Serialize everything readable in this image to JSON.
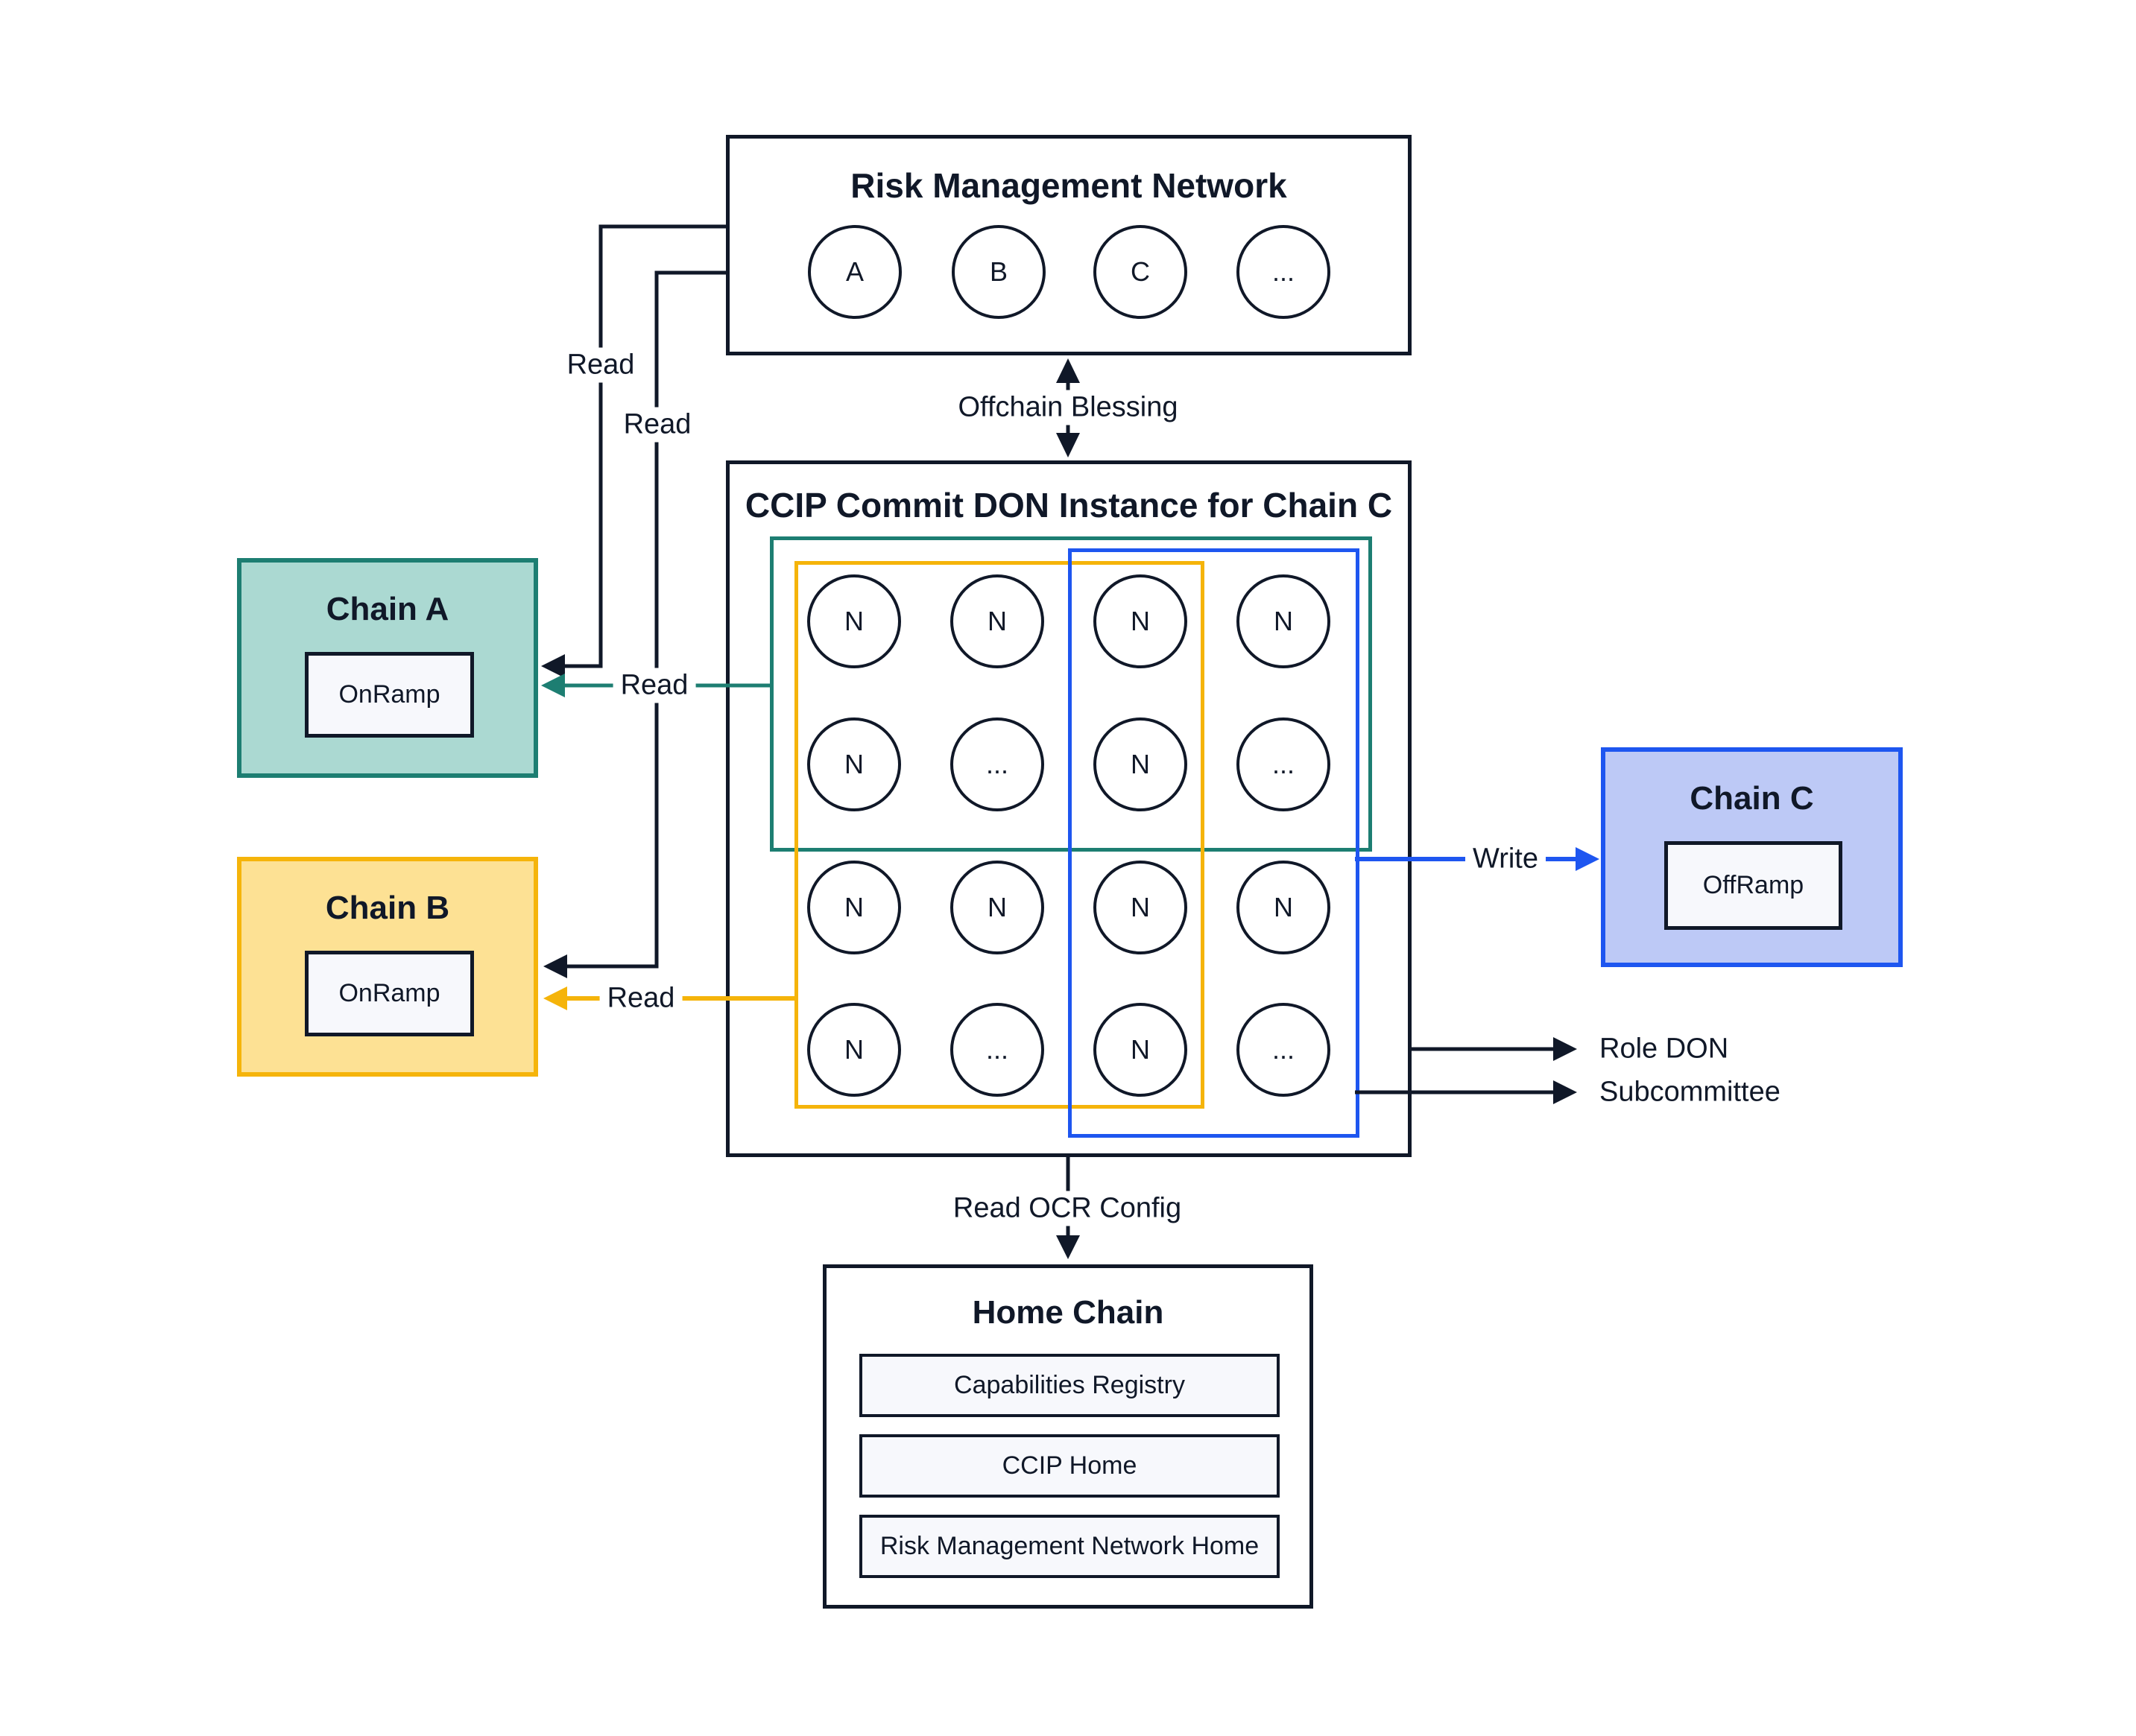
{
  "diagram_title_context": "CCIP commit DON architecture diagram",
  "colors": {
    "line_dark": "#101828",
    "teal_border": "#1d7e72",
    "teal_fill": "#abd9d2",
    "yellow_border": "#f5b40a",
    "yellow_fill": "#fde194",
    "blue_border": "#1e56f0",
    "blue_fill": "#bdc9f6",
    "inner_box_fill": "#f7f8fc",
    "background": "#ffffff"
  },
  "risk_management_network": {
    "title": "Risk Management Network",
    "nodes": [
      "A",
      "B",
      "C",
      "..."
    ]
  },
  "commit_don": {
    "title": "CCIP Commit DON Instance for Chain C",
    "grid": [
      [
        "N",
        "N",
        "N",
        "N"
      ],
      [
        "N",
        "...",
        "N",
        "..."
      ],
      [
        "N",
        "N",
        "N",
        "N"
      ],
      [
        "N",
        "...",
        "N",
        "..."
      ]
    ]
  },
  "chain_a": {
    "title": "Chain A",
    "ramp": "OnRamp"
  },
  "chain_b": {
    "title": "Chain B",
    "ramp": "OnRamp"
  },
  "chain_c": {
    "title": "Chain C",
    "ramp": "OffRamp"
  },
  "home_chain": {
    "title": "Home Chain",
    "items": [
      "Capabilities Registry",
      "CCIP Home",
      "Risk Management Network Home"
    ]
  },
  "labels": {
    "offchain_blessing": "Offchain Blessing",
    "read_rmn_to_chain_a": "Read",
    "read_rmn_to_chain_b": "Read",
    "read_don_to_chain_a": "Read",
    "read_don_to_chain_b": "Read",
    "write": "Write",
    "read_ocr_config": "Read OCR Config",
    "role_don": "Role DON",
    "subcommittee": "Subcommittee"
  }
}
